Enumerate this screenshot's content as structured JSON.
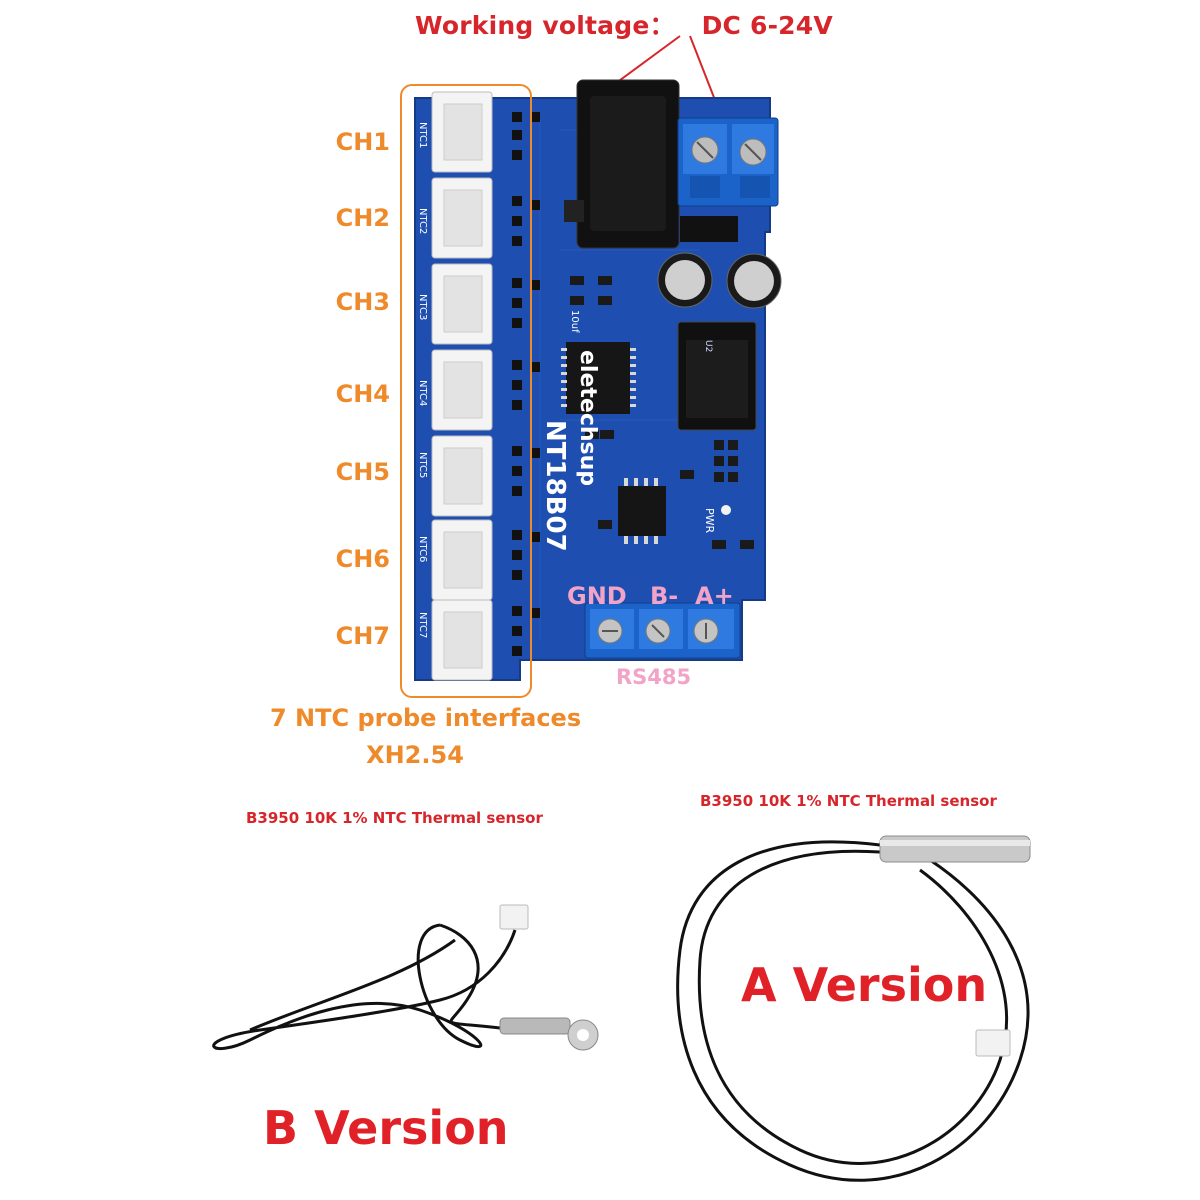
{
  "header": {
    "working_voltage": "Working voltage：",
    "voltage_value": "DC 6-24V"
  },
  "channels": [
    "CH1",
    "CH2",
    "CH3",
    "CH4",
    "CH5",
    "CH6",
    "CH7"
  ],
  "interfaces": {
    "title": "7 NTC probe interfaces",
    "connector": "XH2.54"
  },
  "board": {
    "brand": "eletechsup",
    "model": "NT18B07",
    "ntc_labels": [
      "NTC1",
      "NTC2",
      "NTC3",
      "NTC4",
      "NTC5",
      "NTC6",
      "NTC7"
    ],
    "terminal_labels": [
      "GND",
      "B-",
      "A+"
    ],
    "bus": "RS485",
    "pwr_label": "PWR",
    "capacitor_label": "10uf"
  },
  "sensors": {
    "b_caption": "B3950 10K 1% NTC Thermal sensor",
    "a_caption": "B3950 10K 1% NTC Thermal sensor",
    "b_version": "B Version",
    "a_version": "A Version"
  },
  "colors": {
    "pcb_blue": "#1e4fb0",
    "accent_orange": "#ef8a2b",
    "accent_red": "#d7262b",
    "accent_pink": "#f1a4c8"
  }
}
